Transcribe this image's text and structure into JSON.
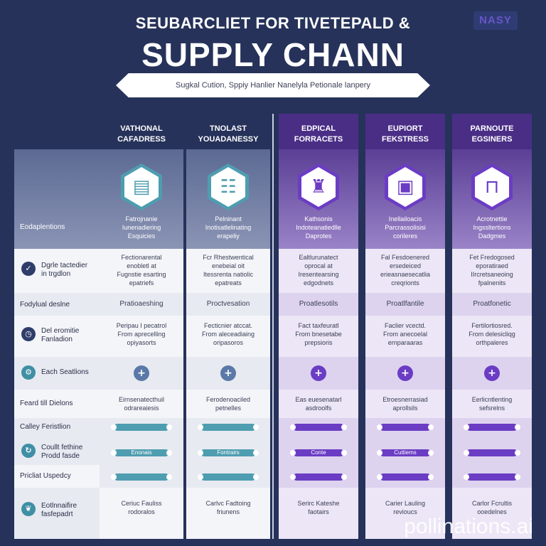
{
  "header": {
    "pre_title": "SEUBARCLIET FOR TIVETEPALD &",
    "main_title": "SUPPLY CHANN",
    "subtitle": "Sugkal Cution, Sppiy Hanlier Nanelyla Petionale lanpery",
    "badge": "NASY"
  },
  "colors": {
    "navy": "#26325a",
    "blue_accent": "#4e9db0",
    "purple_accent": "#6b3cc4"
  },
  "columns": [
    {
      "header": "VATHONAL\nCAFADRESS",
      "theme": "blue",
      "icon": "document-stack-icon",
      "icon_glyph": "▤",
      "title_text": "Fatrojnanie\nIunenadiering\nEsquicies",
      "desc1": "Fectionarental\nenobletl at\nFugnstie esarting\nepatriefs",
      "subhead": "Pratioaeshing",
      "desc2": "Peripau I pecatrol\nFrom aprecelling\nopiyasorts",
      "sub_label": "Eirnsenatecthuil\nodrareaiesis",
      "bars": [
        "",
        "Enonais",
        ""
      ],
      "footer": "Ceriuc Fauliss\nrodoralos"
    },
    {
      "header": "TNOLAST\nYOUADANESSY",
      "theme": "blue",
      "icon": "clipboard-icon",
      "icon_glyph": "☷",
      "title_text": "Pelninant\nInotisatlelinating\nerapeliy",
      "desc1": "Fcr Rhestwentical\nenebeial oit\nItessrenta natiolic\nepatreats",
      "subhead": "Proctvesation",
      "desc2": "Fecticnier atccat.\nFrom aleceadiaing\noripasoros",
      "sub_label": "Ferodenoaciled\npetnelles",
      "bars": [
        "",
        "Fontrairs",
        ""
      ],
      "footer": "Carlvc Fadtoing\nfriunens"
    },
    {
      "header": "EDPICAL\nFORRACETS",
      "theme": "purple",
      "icon": "worker-icon",
      "icon_glyph": "♜",
      "title_text": "Kathsonis\nIndoteanatiedlle\nDaprotes",
      "desc1": "Ealtlurunatect\noprocal at\nIresentearsing\nedgodnets",
      "subhead": "Proatlesotils",
      "desc2": "Fact taxfeuratl\nFrom bnesetabe\nprepsioris",
      "sub_label": "Eas euesenatarl\nasdroolfs",
      "bars": [
        "",
        "Conte",
        ""
      ],
      "footer": "Serirc Kateshe\nfaotairs"
    },
    {
      "header": "EUPIORT\nFEKSTRESS",
      "theme": "purple",
      "icon": "delivery-box-icon",
      "icon_glyph": "▣",
      "title_text": "Inellailoacis\nParcrassolisisi\ncorileres",
      "desc1": "Fal Fesdoenered\nersedeiced\nerieasnaesecatlia\ncreqrionts",
      "subhead": "Proatlfantile",
      "desc2": "Faclier vcectd.\nFrom anecoelal\nernparaaras",
      "sub_label": "Etroesnerrasiad\naprollsils",
      "bars": [
        "",
        "Cuttiems",
        ""
      ],
      "footer": "Carier Lauling\nrevioucs"
    },
    {
      "header": "PARNOUTE\nEGSINERS",
      "theme": "purple",
      "icon": "pallet-icon",
      "icon_glyph": "⊓",
      "title_text": "Acrotnettie\nIngssltertions\nDadgmes",
      "desc1": "Fet Fredogosed\neporatiraed\nIIrcretsaneoing\nfpalnenits",
      "subhead": "Proatfonetic",
      "desc2": "Fertilortiosred.\nFrom delesicliqg\northpaleres",
      "sub_label": "Eerlicntlenting\nsefsrelns",
      "bars": [
        "",
        "",
        ""
      ],
      "footer": "Carlor Fcrultis\nooedelnes"
    }
  ],
  "row_labels": {
    "r0": "Eodaplentions",
    "r1": "Dgrle tactedier\nin trgdlon",
    "r2": "Fodylual deslne",
    "r3": "Del eromitie\nFanladion",
    "r4": "Each Seatlions",
    "r5": "Feard till Dielons",
    "r6": "Calley Feristlion",
    "r7": "Coullt fethine\nProdd fasde",
    "r8": "Pricliat Uspedcy",
    "r9": "Eotlnnaifire\nfasfepadrt"
  },
  "watermark": "pollinations.ai"
}
